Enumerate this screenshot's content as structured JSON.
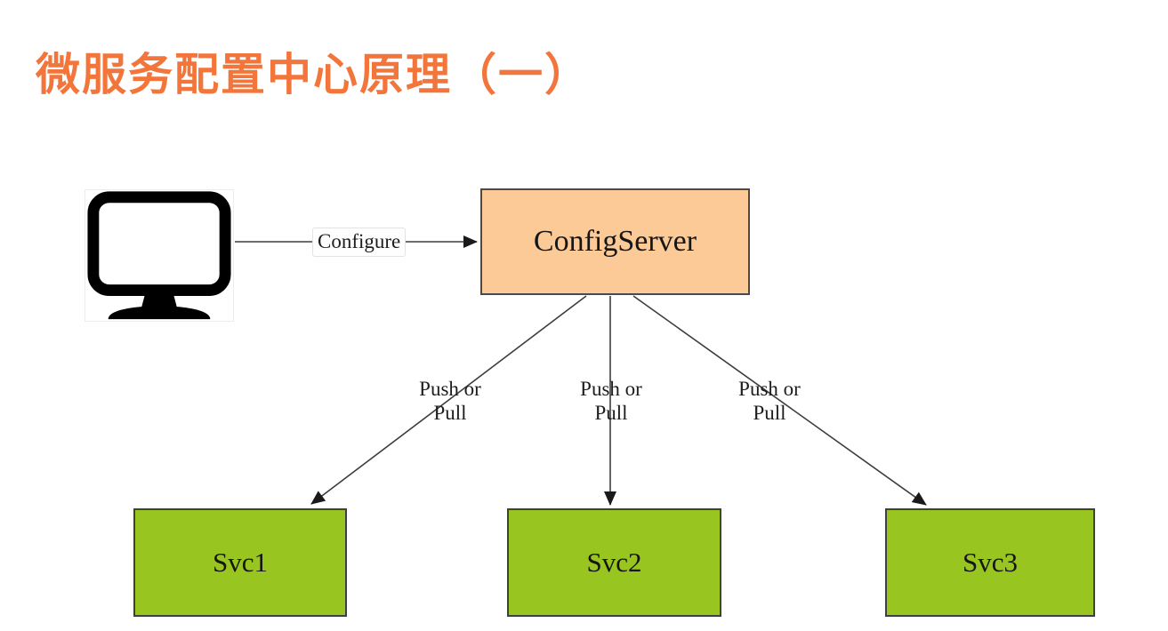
{
  "title": "微服务配置中心原理（一）",
  "nodes": {
    "client": {
      "icon": "monitor-icon"
    },
    "config_server": {
      "label": "ConfigServer",
      "fill": "#FCCA96"
    },
    "svc1": {
      "label": "Svc1",
      "fill": "#99C521"
    },
    "svc2": {
      "label": "Svc2",
      "fill": "#99C521"
    },
    "svc3": {
      "label": "Svc3",
      "fill": "#99C521"
    }
  },
  "edges": {
    "configure": {
      "label": "Configure"
    },
    "push_pull_1": {
      "line1": "Push or",
      "line2": "Pull"
    },
    "push_pull_2": {
      "line1": "Push or",
      "line2": "Pull"
    },
    "push_pull_3": {
      "line1": "Push or",
      "line2": "Pull"
    }
  },
  "colors": {
    "title_orange": "#F2763C",
    "config_server_fill": "#FCCA96",
    "config_server_border": "#4A4A4A",
    "service_fill": "#99C521",
    "service_border": "#3F3F3F",
    "edge_line": "#3D3D3D",
    "arrowhead": "#1A1A1A"
  }
}
